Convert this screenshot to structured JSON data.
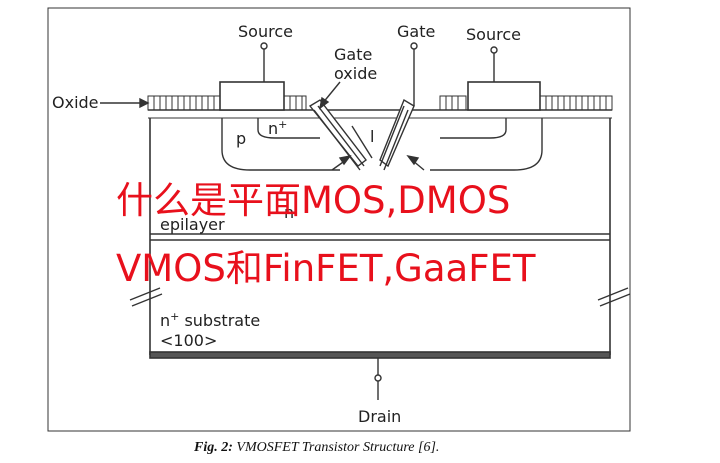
{
  "labels": {
    "source_left": "Source",
    "gate_right": "Gate",
    "source_right": "Source",
    "gate_oxide_line1": "Gate",
    "gate_oxide_line2": "oxide",
    "oxide": "Oxide",
    "n_plus_prefix": "n",
    "n_plus_sup": "+",
    "p_region": "p",
    "channel_length": "l",
    "n_epilayer_fragment": "n",
    "epilayer_fragment": "epilayer",
    "n_plus_substrate_prefix": "n",
    "n_plus_substrate_sup": "+",
    "n_plus_substrate_rest": " substrate",
    "orientation": "<100>",
    "drain": "Drain"
  },
  "overlay": {
    "line1": "什么是平面MOS,DMOS",
    "line2": "VMOS和FinFET,GaaFET",
    "color": "#e8101c"
  },
  "caption": {
    "prefix": "Fig. 2:",
    "text": " VMOSFET Transistor Structure [6]."
  }
}
